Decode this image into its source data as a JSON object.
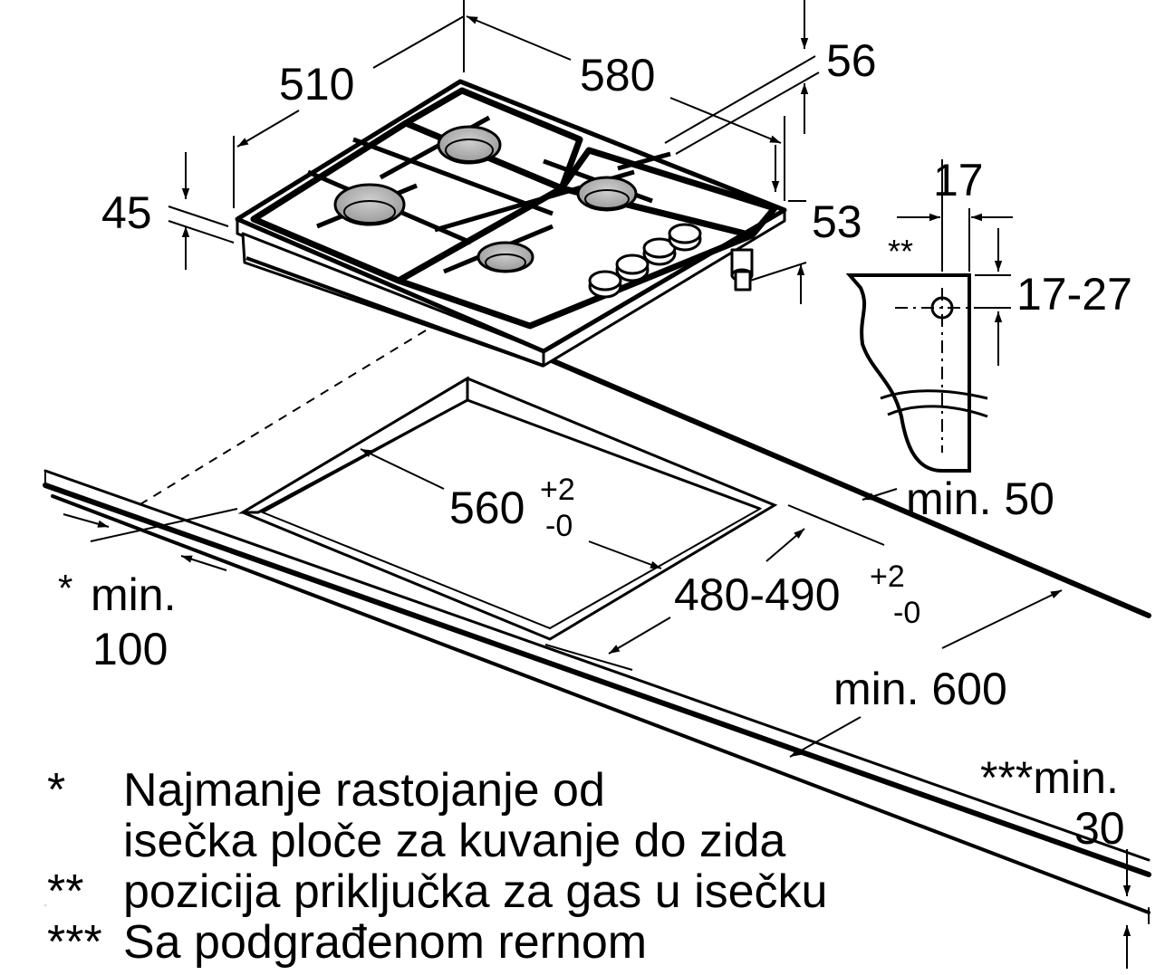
{
  "dimensions": {
    "depth": "510",
    "width": "580",
    "top_offset": "56",
    "height": "45",
    "rear_height": "53",
    "gas_offset": "17",
    "gas_range": "17-27",
    "gas_marker": "**",
    "min_rear": "min. 50",
    "cutout_width": "560",
    "cutout_width_tol_plus": "+2",
    "cutout_width_tol_minus": "-0",
    "cutout_depth": "480-490",
    "cutout_depth_tol_plus": "+2",
    "cutout_depth_tol_minus": "-0",
    "min_side_marker": "*",
    "min_side_label": "min.",
    "min_side_value": "100",
    "min_worktop": "min. 600",
    "min_front_label": "***min.",
    "min_front_value": "30"
  },
  "legend": [
    {
      "mark": "*",
      "lines": [
        "Najmanje rastojanje od",
        "isečka ploče za kuvanje do zida"
      ]
    },
    {
      "mark": "**",
      "lines": [
        "pozicija priključka za gas u isečku"
      ]
    },
    {
      "mark": "***",
      "lines": [
        "Sa podgrađenom rernom"
      ]
    }
  ]
}
